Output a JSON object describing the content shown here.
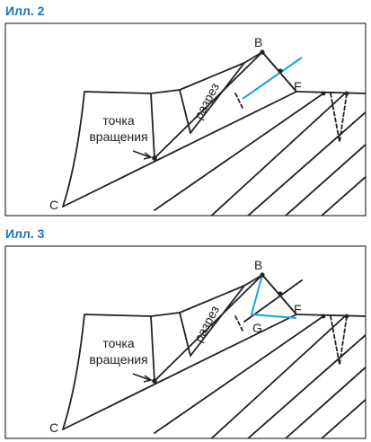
{
  "colors": {
    "caption": "#1a74b8",
    "line": "#222222",
    "cut_line": "#1aa3d8",
    "frame": "#333333"
  },
  "figures": [
    {
      "caption": "Илл. 2",
      "labels": {
        "pivot_line1": "точка",
        "pivot_line2": "вращения",
        "cut": "разрез",
        "b": "B",
        "f": "F",
        "c": "C"
      }
    },
    {
      "caption": "Илл. 3",
      "labels": {
        "pivot_line1": "точка",
        "pivot_line2": "вращения",
        "cut": "разрез",
        "b": "B",
        "f": "F",
        "g": "G",
        "c": "C"
      }
    }
  ]
}
